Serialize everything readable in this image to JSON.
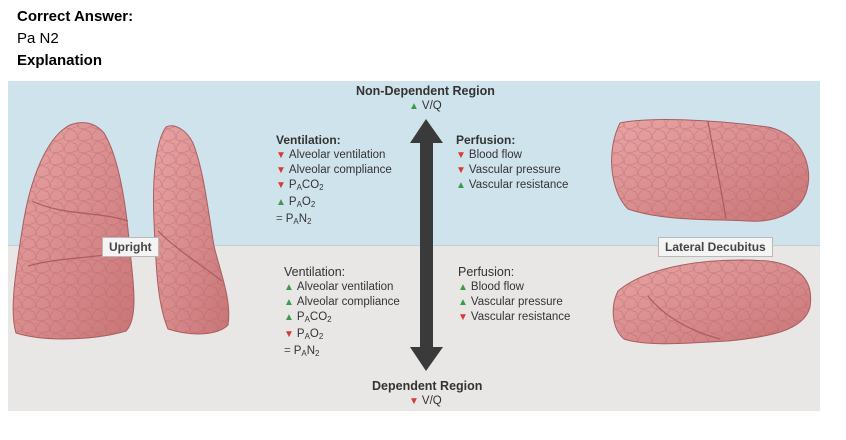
{
  "header": {
    "answer_label": "Correct Answer:",
    "answer_value": "Pa N2",
    "explanation_label": "Explanation"
  },
  "figure": {
    "top_region": {
      "title": "Non-Dependent Region",
      "vq": "V/Q",
      "vq_direction": "up"
    },
    "bottom_region": {
      "title": "Dependent Region",
      "vq": "V/Q",
      "vq_direction": "down"
    },
    "top_ventilation": {
      "title": "Ventilation:",
      "items": [
        {
          "dir": "down",
          "text": "Alveolar ventilation"
        },
        {
          "dir": "down",
          "text": "Alveolar compliance"
        },
        {
          "dir": "down",
          "text": "P",
          "sub": "A",
          "rest": "CO",
          "sub2": "2"
        },
        {
          "dir": "up",
          "text": "P",
          "sub": "A",
          "rest": "O",
          "sub2": "2"
        },
        {
          "dir": "eq",
          "text": "P",
          "sub": "A",
          "rest": "N",
          "sub2": "2"
        }
      ]
    },
    "top_perfusion": {
      "title": "Perfusion:",
      "items": [
        {
          "dir": "down",
          "text": "Blood flow"
        },
        {
          "dir": "down",
          "text": "Vascular pressure"
        },
        {
          "dir": "up",
          "text": "Vascular resistance"
        }
      ]
    },
    "bottom_ventilation": {
      "title": "Ventilation:",
      "items": [
        {
          "dir": "up",
          "text": "Alveolar ventilation"
        },
        {
          "dir": "up",
          "text": "Alveolar compliance"
        },
        {
          "dir": "up",
          "text": "P",
          "sub": "A",
          "rest": "CO",
          "sub2": "2"
        },
        {
          "dir": "down",
          "text": "P",
          "sub": "A",
          "rest": "O",
          "sub2": "2"
        },
        {
          "dir": "eq",
          "text": "P",
          "sub": "A",
          "rest": "N",
          "sub2": "2"
        }
      ]
    },
    "bottom_perfusion": {
      "title": "Perfusion:",
      "items": [
        {
          "dir": "up",
          "text": "Blood flow"
        },
        {
          "dir": "up",
          "text": "Vascular pressure"
        },
        {
          "dir": "down",
          "text": "Vascular resistance"
        }
      ]
    },
    "labels": {
      "upright": "Upright",
      "lateral": "Lateral Decubitus"
    },
    "symbols": {
      "up": "▲",
      "down": "▼",
      "eq": "="
    },
    "colors": {
      "upper_band": "#cfe3ec",
      "lower_band": "#e8e7e6",
      "arrow": "#3a3a3a",
      "up": "#3d9a4a",
      "down": "#d63a32",
      "lung": "#d98a8c"
    }
  }
}
